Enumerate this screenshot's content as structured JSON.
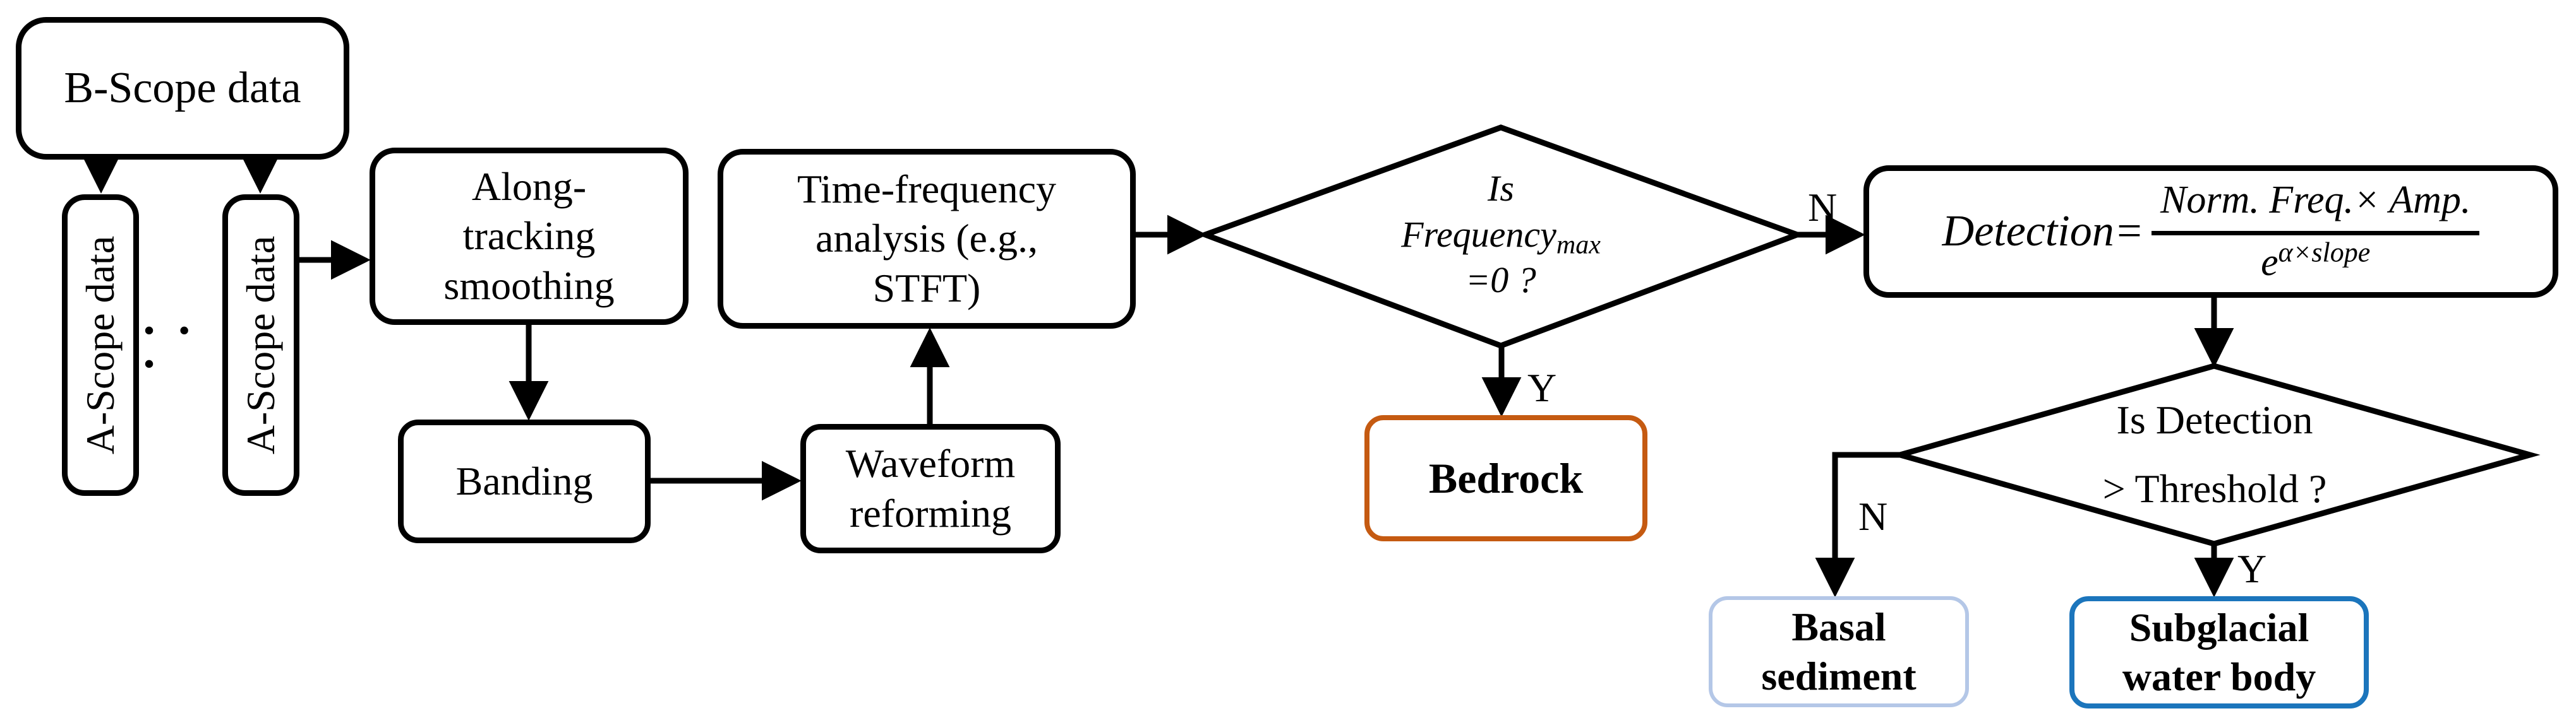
{
  "colors": {
    "line": "#000000",
    "bedrock_border": "#C55A11",
    "basal_border": "#B4C7E7",
    "subglacial_border": "#1B75BC"
  },
  "nodes": {
    "b_scope": {
      "label": "B-Scope data"
    },
    "a_scope_1": {
      "label": "A-Scope data"
    },
    "a_scope_2": {
      "label": "A-Scope data"
    },
    "ellipsis": "• • •",
    "along_tracking": {
      "lines": [
        "Along-",
        "tracking",
        "smoothing"
      ]
    },
    "banding": {
      "label": "Banding"
    },
    "time_freq": {
      "lines": [
        "Time-frequency",
        "analysis (e.g.,",
        "STFT)"
      ]
    },
    "waveform": {
      "lines": [
        "Waveform",
        "reforming"
      ]
    },
    "bedrock": {
      "label": "Bedrock"
    },
    "basal": {
      "lines": [
        "Basal",
        "sediment"
      ]
    },
    "subglacial": {
      "lines": [
        "Subglacial",
        "water body"
      ]
    }
  },
  "decisions": {
    "freq_max": {
      "line1": "Is",
      "line2_main": "Frequency",
      "line2_sub": "max",
      "line3": "=0 ?"
    },
    "threshold": {
      "line1": "Is Detection",
      "line2": "> Threshold ?"
    }
  },
  "formula": {
    "lhs": "Detection",
    "equals": "=",
    "numerator": "Norm. Freq.× Amp.",
    "denom_base": "e",
    "denom_exp": "α×slope"
  },
  "edge_labels": {
    "n1": "N",
    "y1": "Y",
    "n2": "N",
    "y2": "Y"
  }
}
